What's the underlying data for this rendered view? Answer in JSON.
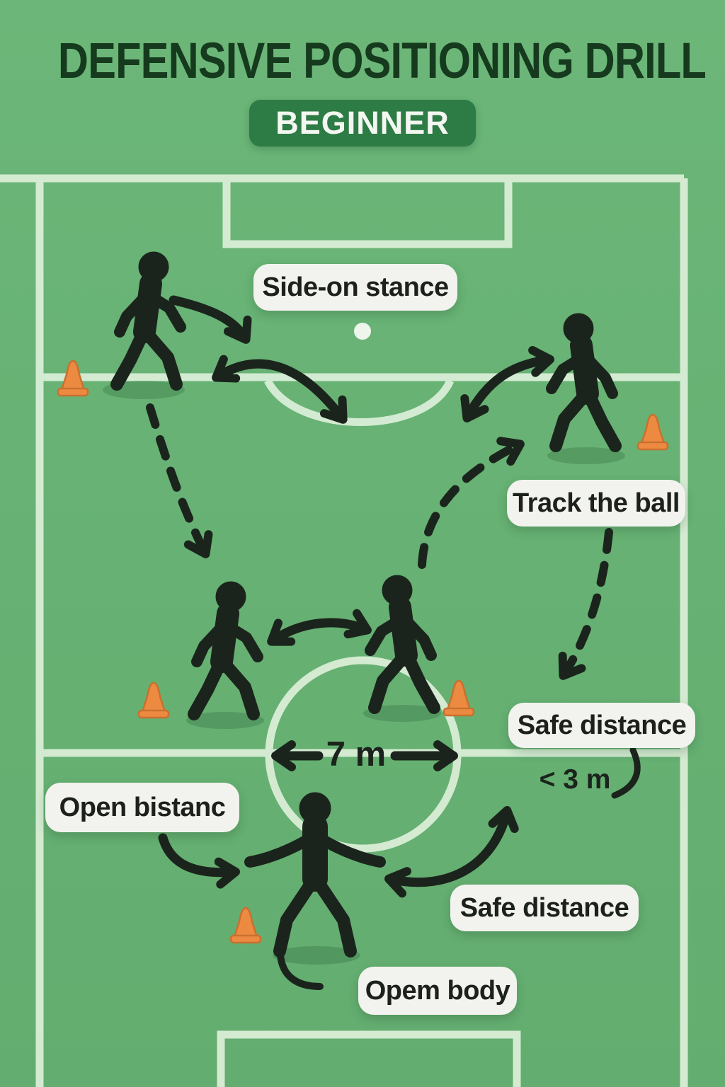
{
  "header": {
    "title": "DEFENSIVE POSITIONING DRILL",
    "level_badge": "BEGINNER"
  },
  "annotations": {
    "side_on_stance": "Side-on stance",
    "track_the_ball": "Track the ball",
    "safe_distance_upper": "Safe distance",
    "open_distance": "Open bistanc",
    "safe_distance_lower": "Safe distance",
    "open_body": "Opem body"
  },
  "measurements": {
    "center_circle_width": "7 m",
    "safe_gap": "< 3 m"
  },
  "scene": {
    "player_figures": 5,
    "training_cones": 5
  },
  "colors": {
    "field_green": "#67b274",
    "field_line": "#ddf0da",
    "ink": "#1b241c",
    "cone_orange": "#ec8a42",
    "badge_green": "#2d7b45",
    "pill_white": "#f2f3ee",
    "title_dark_green": "#163a1e"
  }
}
